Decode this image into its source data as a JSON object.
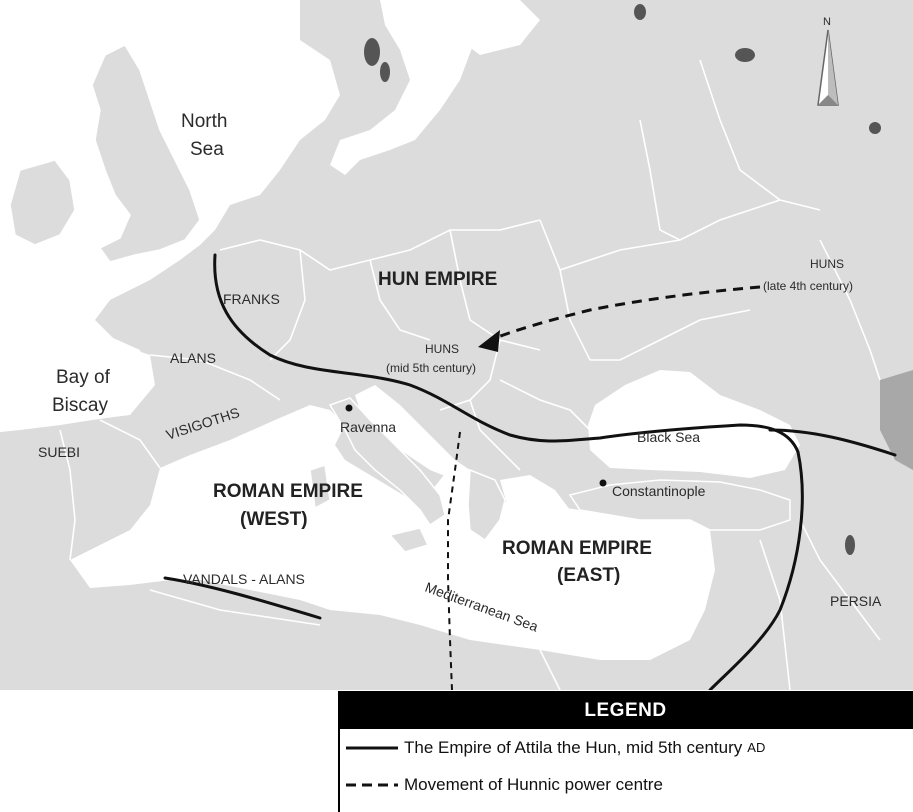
{
  "labels": {
    "north_sea_1": "North",
    "north_sea_2": "Sea",
    "bay_1": "Bay of",
    "bay_2": "Biscay",
    "franks": "FRANKS",
    "alans": "ALANS",
    "visigoths": "VISIGOTHS",
    "suebi": "SUEBI",
    "ravenna": "Ravenna",
    "hun_empire": "HUN EMPIRE",
    "huns_mid_1": "HUNS",
    "huns_mid_2": "(mid 5th century)",
    "huns_late_1": "HUNS",
    "huns_late_2": "(late 4th century)",
    "black_sea": "Black Sea",
    "constantinople": "Constantinople",
    "rome_west_1": "ROMAN EMPIRE",
    "rome_west_2": "(WEST)",
    "rome_east_1": "ROMAN EMPIRE",
    "rome_east_2": "(EAST)",
    "vandals": "VANDALS - ALANS",
    "med_sea": "Mediterranean Sea",
    "persia": "PERSIA",
    "north": "N"
  },
  "legend": {
    "title": "LEGEND",
    "solid_label": "The Empire of Attila the Hun, mid 5th century",
    "solid_suffix": "AD",
    "dashed_label": "Movement of Hunnic power centre"
  },
  "colors": {
    "land": "#dcdcdc",
    "water": "#ffffff",
    "border": "#ffffff",
    "line": "#111111"
  }
}
